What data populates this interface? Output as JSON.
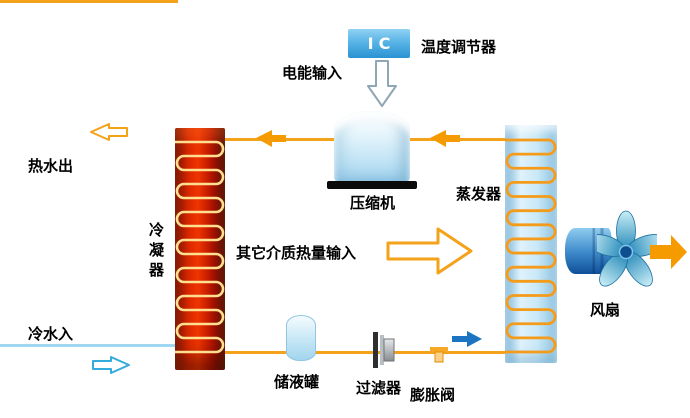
{
  "diagram": {
    "controller": {
      "chip": "IC",
      "name": "温度调节器"
    },
    "power_input": "电能输入",
    "compressor": "压缩机",
    "evaporator": "蒸发器",
    "condenser": "冷凝器",
    "hot_water_out": "热水出",
    "cold_water_in": "冷水入",
    "heat_input": "其它介质热量输入",
    "storage_tank": "储液罐",
    "filter": "过滤器",
    "expansion_valve": "膨胀阀",
    "fan": "风扇"
  },
  "colors": {
    "pipe_orange": "#F5A21B",
    "cold_pipe_blue": "#9FD8F0",
    "solid_arrow_orange": "#F59B00",
    "solid_arrow_blue": "#1B74C2",
    "hollow_arrow_cyan": "#35AADC",
    "condenser_red": "#D92800",
    "evaporator_blue": "#C9E8F7",
    "condenser_coil_yellow": "#FFDF8E",
    "evaporator_coil_orange": "#F59B1B",
    "ic_box_blue": "#2B93D2"
  }
}
